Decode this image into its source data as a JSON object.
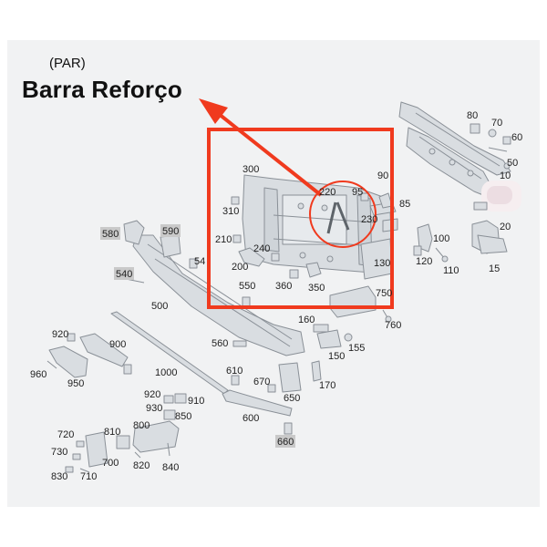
{
  "header": {
    "subtitle": "(PAR)",
    "title": "Barra Reforço"
  },
  "colors": {
    "highlight": "#f03a1e",
    "part_fill": "#d9dde1",
    "part_stroke": "#8a9097",
    "background": "#f1f2f3"
  },
  "parts": {
    "p10": "10",
    "p15": "15",
    "p20": "20",
    "p50": "50",
    "p54": "54",
    "p60": "60",
    "p70": "70",
    "p80": "80",
    "p85": "85",
    "p90": "90",
    "p95": "95",
    "p100": "100",
    "p110": "110",
    "p120": "120",
    "p130": "130",
    "p150": "150",
    "p155": "155",
    "p160": "160",
    "p170": "170",
    "p200": "200",
    "p210": "210",
    "p220": "220",
    "p230": "230",
    "p240": "240",
    "p300": "300",
    "p310": "310",
    "p350": "350",
    "p360": "360",
    "p500": "500",
    "p540": "540",
    "p550": "550",
    "p560": "560",
    "p580": "580",
    "p590": "590",
    "p600": "600",
    "p610": "610",
    "p650": "650",
    "p660": "660",
    "p670": "670",
    "p700": "700",
    "p710": "710",
    "p720": "720",
    "p730": "730",
    "p750": "750",
    "p760": "760",
    "p800": "800",
    "p810": "810",
    "p820": "820",
    "p830": "830",
    "p840": "840",
    "p850": "850",
    "p900": "900",
    "p910": "910",
    "p920": "920",
    "p930": "930",
    "p950": "950",
    "p960": "960",
    "p1000": "1000"
  }
}
